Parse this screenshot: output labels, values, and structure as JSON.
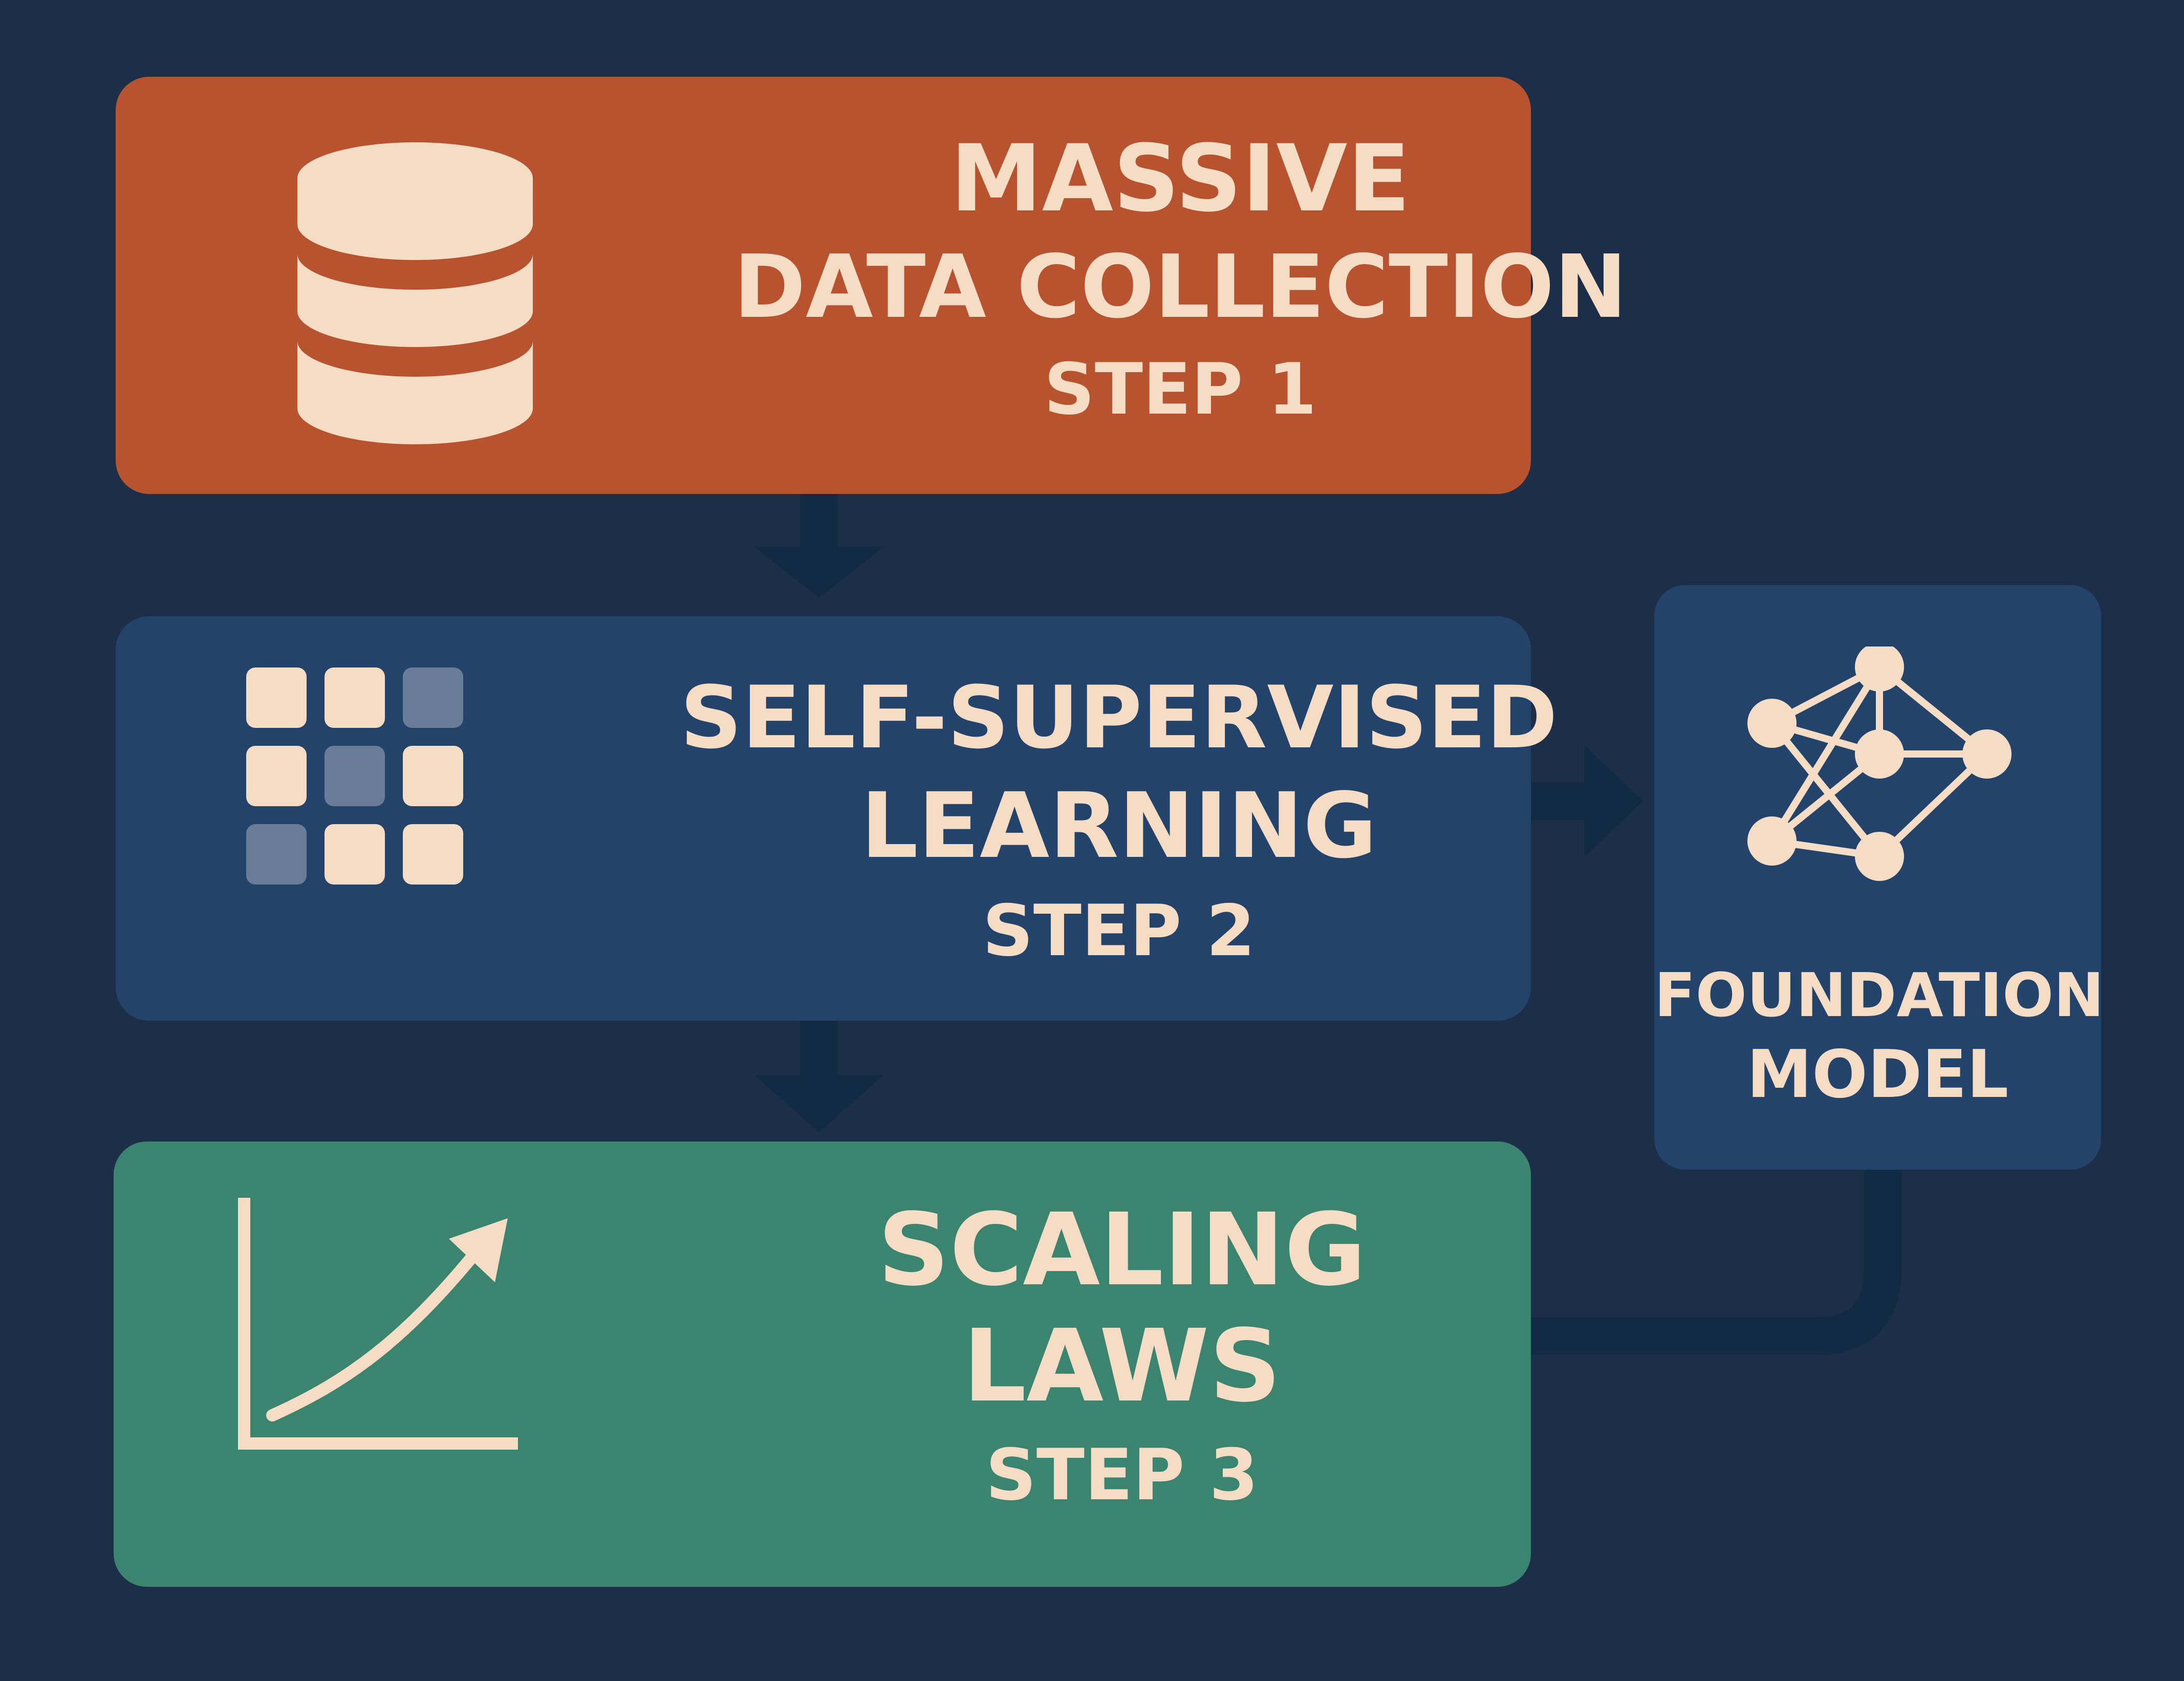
{
  "colors": {
    "background": "#1d2f48",
    "step1": "#b85330",
    "step2": "#24436a",
    "step3": "#3b8470",
    "model": "#24436a",
    "text": "#f5dcc4",
    "connector": "#132a44"
  },
  "step1": {
    "icon": "database-icon",
    "line1": "MASSIVE",
    "line2": "DATA COLLECTION",
    "line3": "STEP 1"
  },
  "step2": {
    "icon": "grid-icon",
    "line1": "SELF-SUPERVISED",
    "line2": "LEARNING",
    "line3": "STEP 2"
  },
  "step3": {
    "icon": "growth-chart-icon",
    "line1": "SCALING",
    "line2": "LAWS",
    "line3": "STEP 3"
  },
  "model": {
    "icon": "network-icon",
    "line1": "FOUNDATION",
    "line2": "MODEL"
  }
}
